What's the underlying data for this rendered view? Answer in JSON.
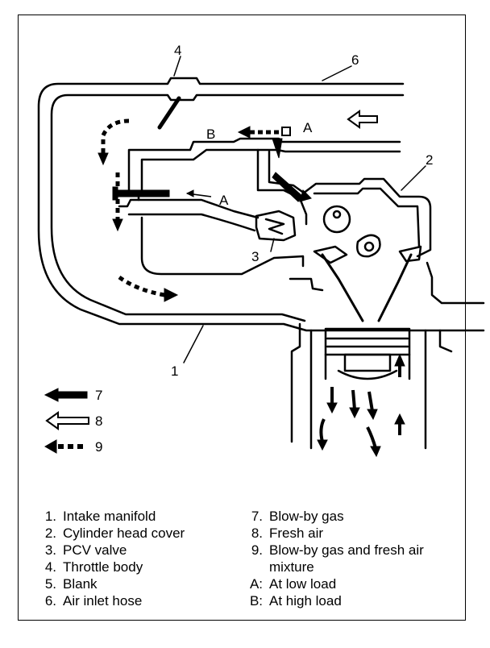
{
  "callouts": {
    "n1": "1",
    "n2": "2",
    "n3": "3",
    "n4": "4",
    "n6": "6",
    "a_top": "A",
    "a_mid": "A",
    "b_top": "B"
  },
  "key": {
    "k7": "7",
    "k8": "8",
    "k9": "9"
  },
  "legend_left": [
    {
      "num": "1.",
      "text": "Intake manifold"
    },
    {
      "num": "2.",
      "text": "Cylinder head cover"
    },
    {
      "num": "3.",
      "text": "PCV valve"
    },
    {
      "num": "4.",
      "text": "Throttle body"
    },
    {
      "num": "5.",
      "text": "Blank"
    },
    {
      "num": "6.",
      "text": "Air inlet hose"
    }
  ],
  "legend_right": [
    {
      "num": "7.",
      "text": "Blow-by gas"
    },
    {
      "num": "8.",
      "text": "Fresh air"
    },
    {
      "num": "9.",
      "text": "Blow-by gas and fresh air mixture"
    },
    {
      "num": "A:",
      "text": "At low load"
    },
    {
      "num": "B:",
      "text": "At high load"
    }
  ],
  "colors": {
    "ink": "#000000",
    "paper": "#ffffff"
  }
}
